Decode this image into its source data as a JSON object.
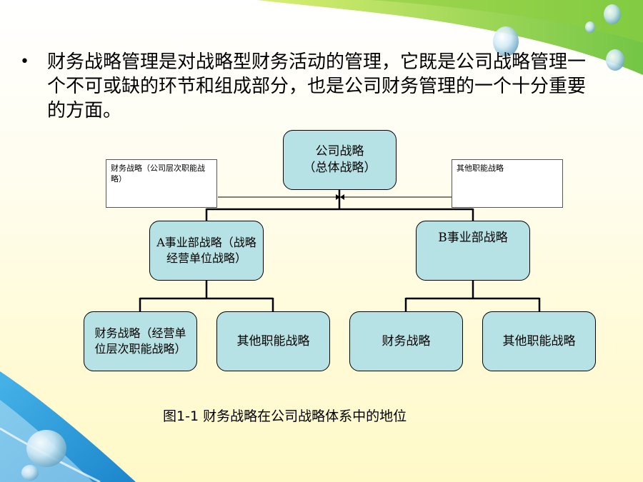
{
  "bullet": {
    "text": "财务战略管理是对战略型财务活动的管理，它既是公司战略管理一个不可或缺的环节和组成部分，也是公司财务管理的一个十分重要的方面。"
  },
  "diagram": {
    "top_node": {
      "line1": "公司战略",
      "line2": "（总体战略）"
    },
    "note_left": "财务战略（公司层次职能战略）",
    "note_right": "其他职能战略",
    "unit_a": "A事业部战略（战略经营单位战略）",
    "unit_b": "B事业部战略",
    "a_child_1": "财务战略（经营单位层次职能战略）",
    "a_child_2": "其他职能战略",
    "b_child_1": "财务战略",
    "b_child_2": "其他职能战略"
  },
  "caption": "图1-1  财务战略在公司战略体系中的地位"
}
